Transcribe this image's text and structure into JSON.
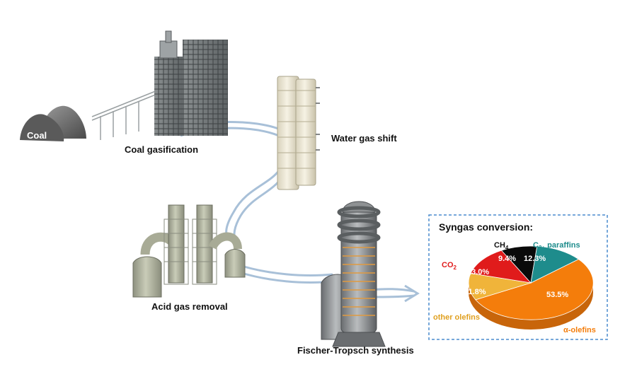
{
  "labels": {
    "coal": "Coal",
    "coal_gasification": "Coal gasification",
    "water_gas_shift": "Water gas shift",
    "acid_gas_removal": "Acid gas removal",
    "fischer_tropsch": "Fischer-Tropsch synthesis"
  },
  "pie": {
    "title": "Syngas conversion:",
    "slices": [
      {
        "key": "alpha",
        "value": 53.5,
        "color": "#f47d0b",
        "pct": "53.5%",
        "name": "α-olefins",
        "name_color": "#f47d0b"
      },
      {
        "key": "other",
        "value": 11.8,
        "color": "#f0b43a",
        "pct": "11.8%",
        "name": "other olefins",
        "name_color": "#e0a020"
      },
      {
        "key": "co2",
        "value": 13.0,
        "color": "#e01b1b",
        "pct": "13.0%",
        "name": "CO",
        "sub": "2",
        "name_color": "#e01b1b"
      },
      {
        "key": "ch4",
        "value": 9.4,
        "color": "#0a0a0a",
        "pct": "9.4%",
        "name": "CH",
        "sub": "4",
        "name_color": "#111111"
      },
      {
        "key": "c2",
        "value": 12.3,
        "color": "#1e8c8c",
        "pct": "12.3%",
        "name": "C",
        "sub": "2+",
        "tail": " paraffins",
        "name_color": "#1e8c8c"
      }
    ]
  },
  "colors": {
    "pipe": "#a8c0d8",
    "equipment": "#b8bba6",
    "tower": "#ece6d2",
    "building": "#6e7375",
    "box_border": "#4a8ccd"
  }
}
